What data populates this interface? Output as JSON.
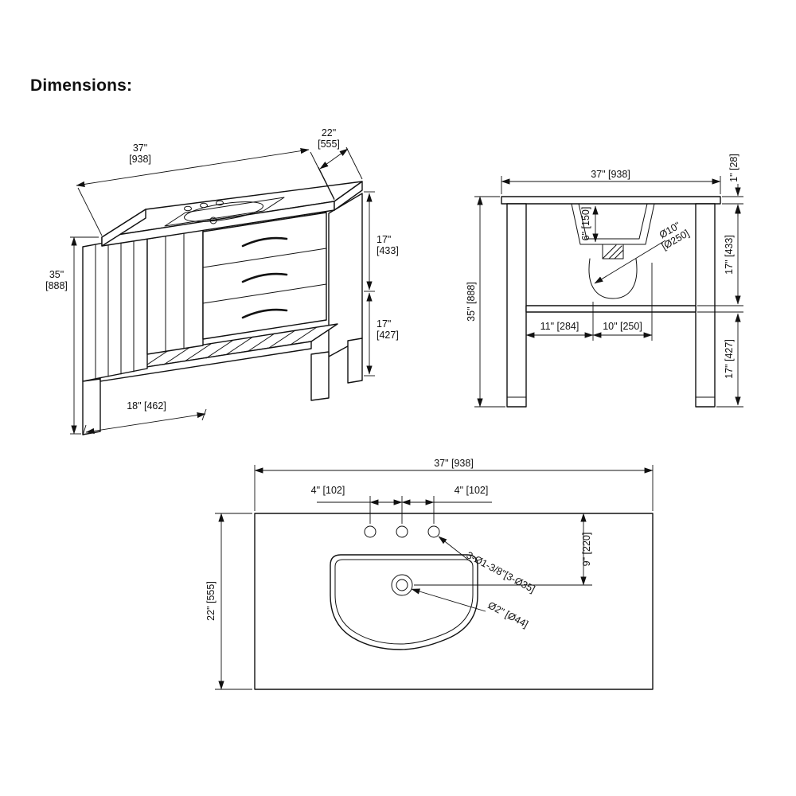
{
  "page": {
    "title": "Dimensions:"
  },
  "isometric_view": {
    "width_in": "37\"",
    "width_mm": "[938]",
    "depth_in": "22\"",
    "depth_mm": "[555]",
    "height_in": "35\"",
    "height_mm": "[888]",
    "upper_section_in": "17\"",
    "upper_section_mm": "[433]",
    "lower_section_in": "17\"",
    "lower_section_mm": "[427]",
    "shelf_dim": "18\" [462]"
  },
  "front_view": {
    "width": "37\" [938]",
    "counter_thickness": "1\" [28]",
    "bowl_depth": "6\" [150]",
    "bowl_dia_in": "Ø10\"",
    "bowl_dia_mm": "[Ø250]",
    "upper_section": "17\" [433]",
    "total_height": "35\" [888]",
    "bowl_left_offset": "11\" [284]",
    "bowl_width": "10\" [250]",
    "lower_section": "17\" [427]"
  },
  "top_view": {
    "width": "37\" [938]",
    "hole_spacing_left": "4\" [102]",
    "hole_spacing_right": "4\" [102]",
    "faucet_holes_note": "3-Ø1-3/8\"[3-Ø35]",
    "bowl_center_offset": "9\" [220]",
    "depth": "22\" [555]",
    "drain_note": "Ø2\" [Ø44]"
  }
}
